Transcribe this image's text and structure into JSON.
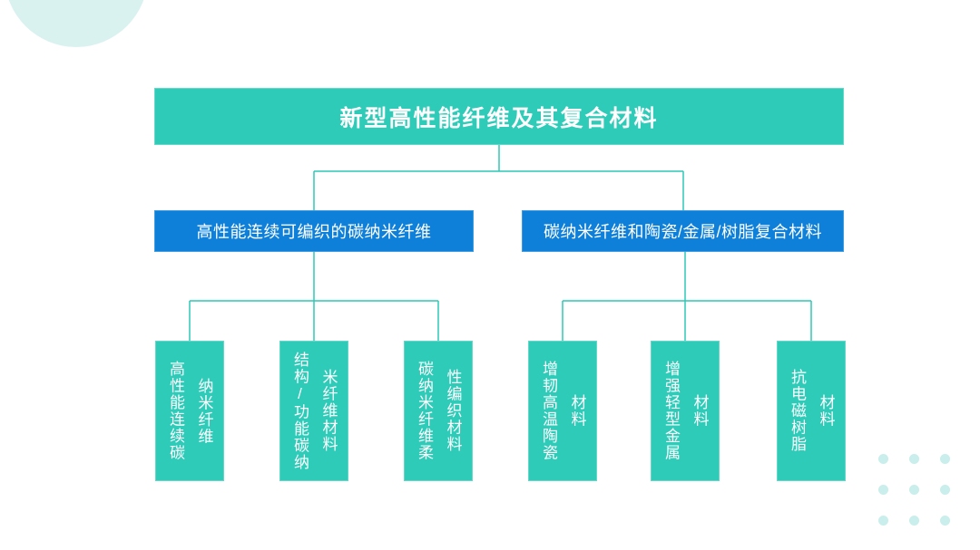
{
  "colors": {
    "teal": "#2ecbb9",
    "blue": "#0e80d9",
    "connector": "#2cc9b7",
    "decor_circle": "#d9f2f0",
    "decor_dot": "#c9eeeb",
    "text": "#ffffff"
  },
  "diagram": {
    "root": "新型高性能纤维及其复合材料",
    "branches": [
      {
        "label": "高性能连续可编织的碳纳米纤维",
        "children": [
          "高性能连续碳\n纳米纤维",
          "结构/功能碳纳\n米纤维材料",
          "碳纳米纤维柔\n性编织材料"
        ]
      },
      {
        "label": "碳纳米纤维和陶瓷/金属/树脂复合材料",
        "children": [
          "增韧高温陶瓷\n材料",
          "增强轻型金属\n材料",
          "抗电磁树脂\n材料"
        ]
      }
    ]
  }
}
